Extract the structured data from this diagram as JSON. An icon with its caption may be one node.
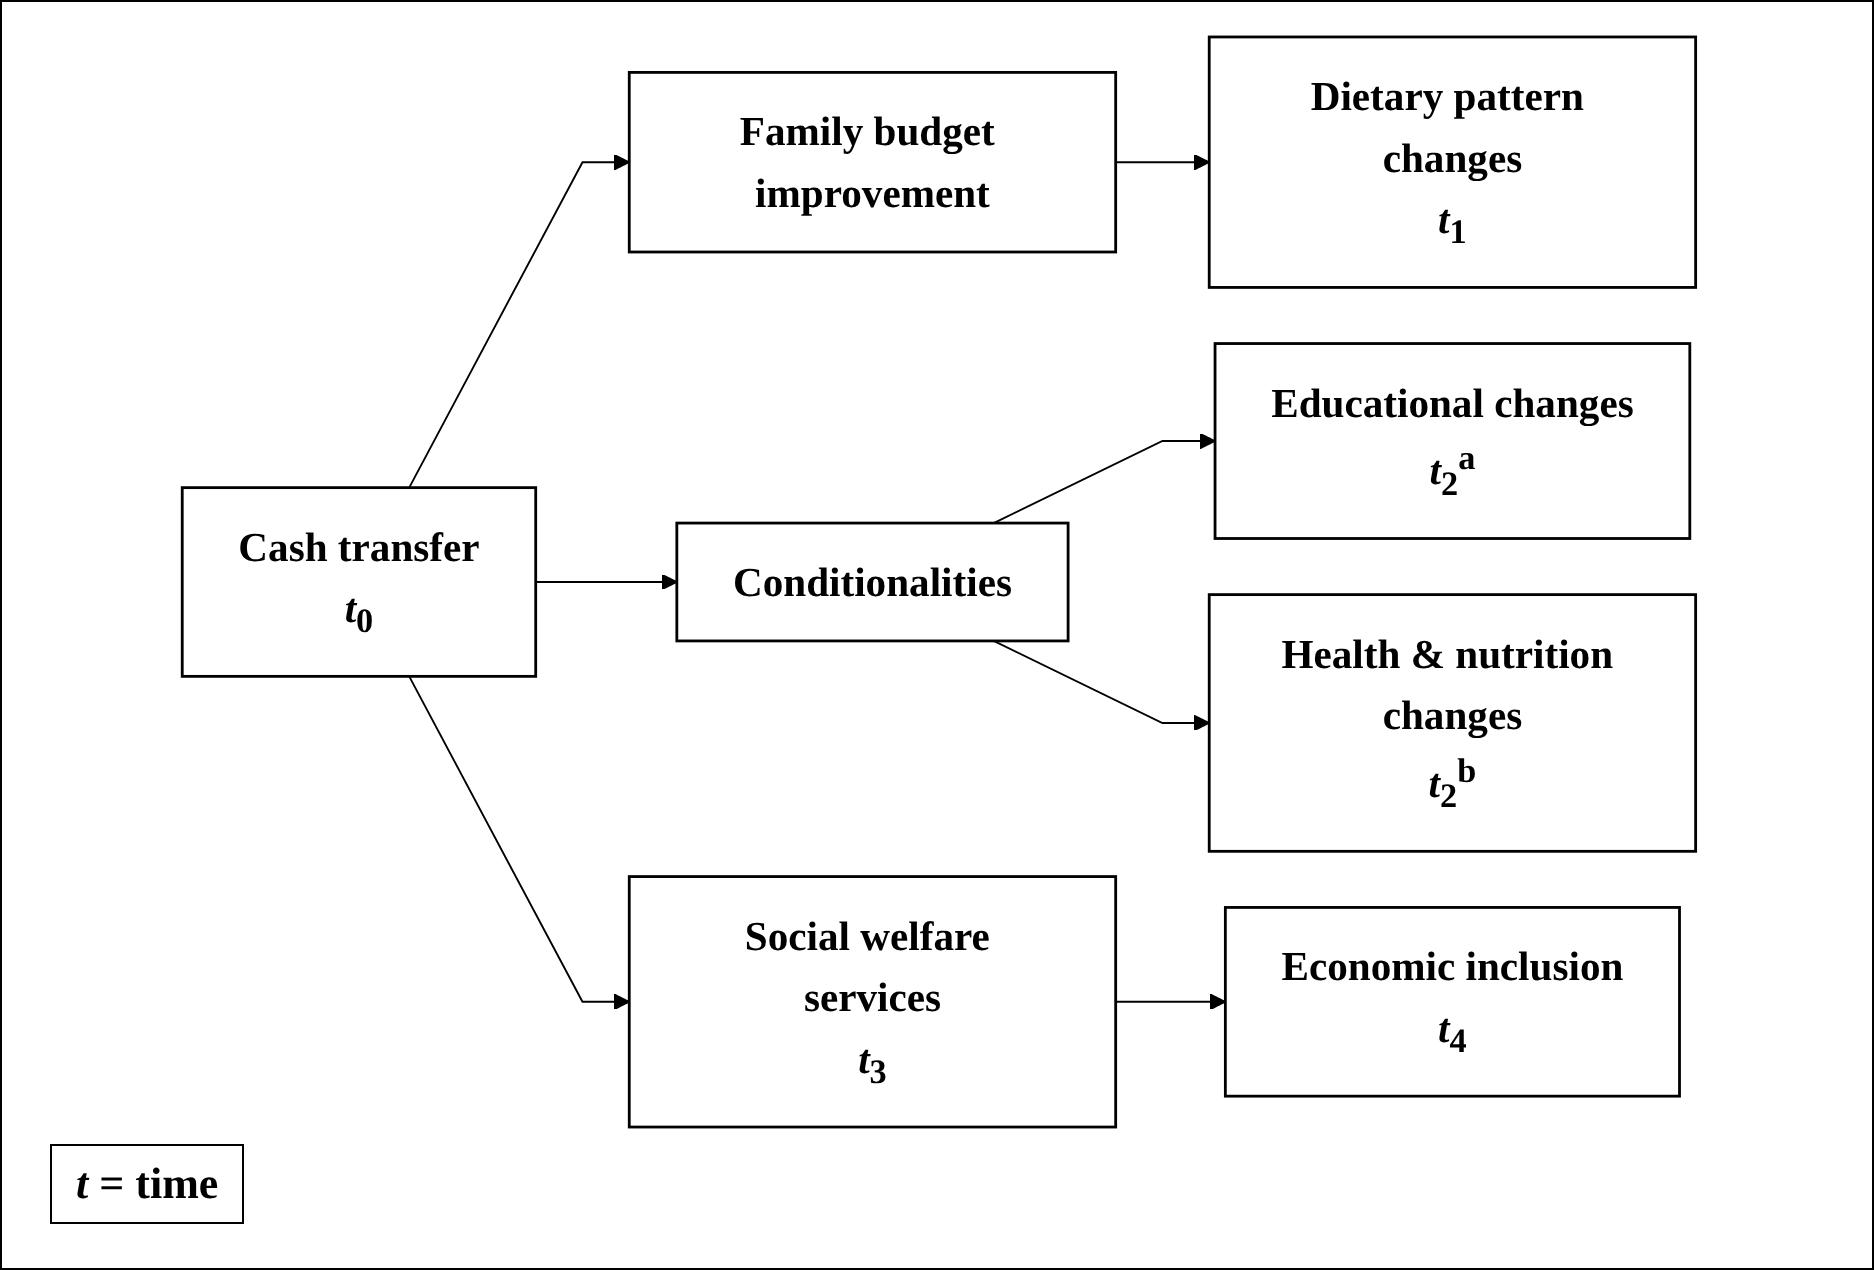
{
  "diagram": {
    "nodes": [
      {
        "text": [
          "Cash transfer",
          "*t*$_{0}$"
        ]
      },
      {
        "text": [
          "Family budget improvement"
        ]
      },
      {
        "text": [
          "Dietary pattern changes",
          "*t*$_{1}$"
        ]
      },
      {
        "text": [
          "Conditionalities"
        ]
      },
      {
        "text": [
          "Educational changes",
          "*t*$_{2}$$^{a}$"
        ]
      },
      {
        "text": [
          "Health & nutrition changes",
          "*t*$_{2}$$^{b}$"
        ]
      },
      {
        "text": [
          "Social welfare services",
          "*t*$_{3}$"
        ]
      },
      {
        "text": [
          "Economic inclusion",
          "*t*$_{4}$"
        ]
      }
    ],
    "edges": [
      {
        "from": 0,
        "to": 1,
        "arrow": "to"
      },
      {
        "from": 1,
        "to": 2,
        "arrow": "to"
      },
      {
        "from": 0,
        "to": 3,
        "arrow": "to"
      },
      {
        "from": 3,
        "to": 4,
        "arrow": "to"
      },
      {
        "from": 3,
        "to": 5,
        "arrow": "to"
      },
      {
        "from": 0,
        "to": 6,
        "arrow": "to"
      },
      {
        "from": 6,
        "to": 7,
        "arrow": "to"
      }
    ],
    "labels": [
      "*t* = time"
    ]
  }
}
